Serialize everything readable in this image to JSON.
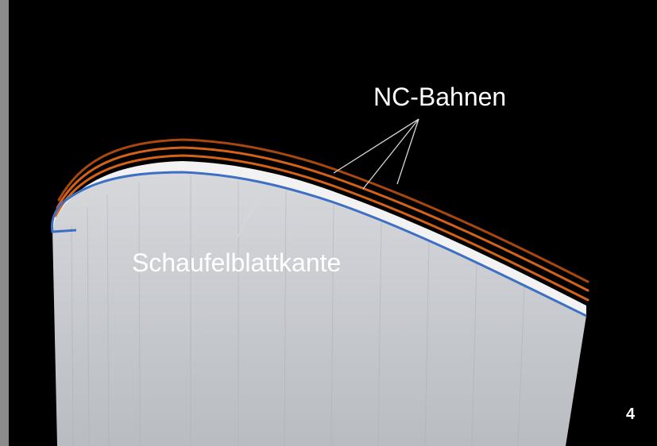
{
  "figure": {
    "number": "4"
  },
  "labels": {
    "nc_paths": "NC-Bahnen",
    "blade_edge": "Schaufelblattkante"
  },
  "colors": {
    "background": "#000000",
    "blade": "#c4c6ca",
    "nc_path": "#d4631a",
    "nc_path_dark": "#a8480f",
    "edge_contour": "#3d6fc4",
    "leader_line": "#d8d8d8",
    "left_strip": "#8c8c8c"
  }
}
